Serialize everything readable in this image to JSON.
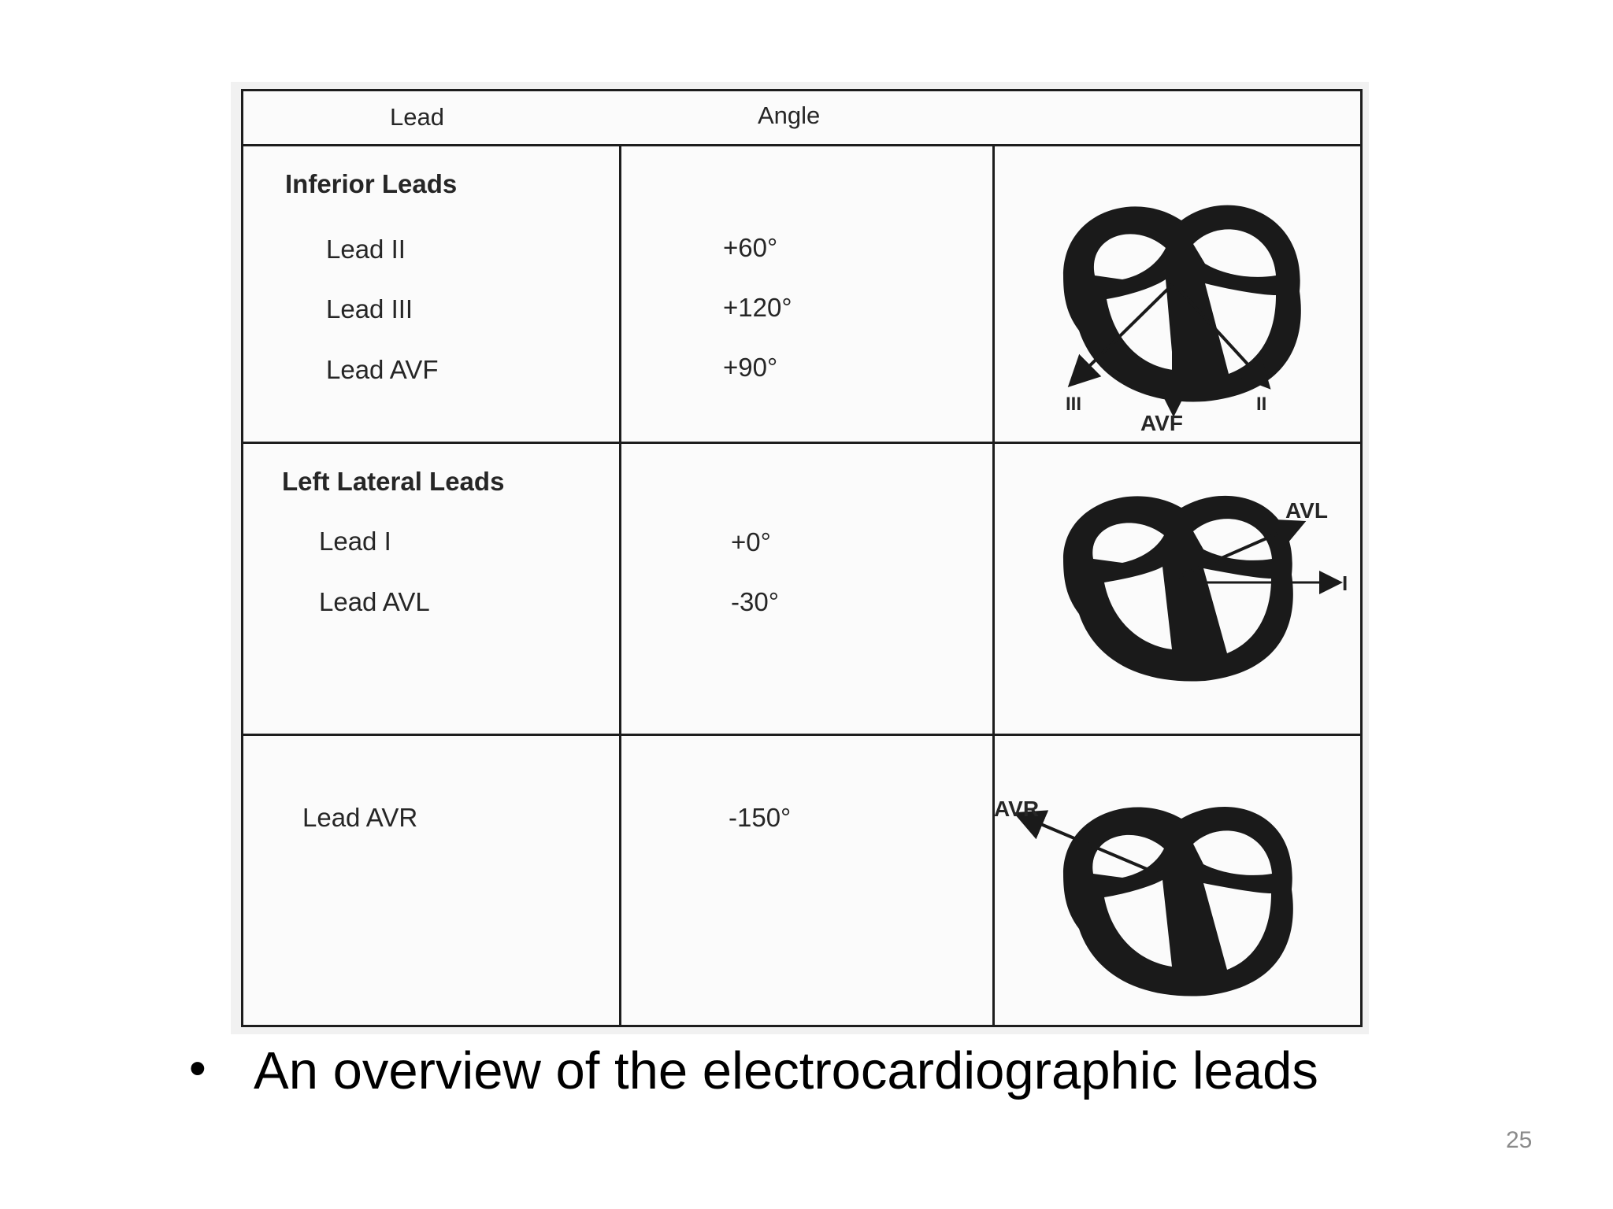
{
  "table": {
    "header": {
      "lead": "Lead",
      "angle": "Angle"
    },
    "groups": [
      {
        "title": "Inferior Leads",
        "rows": [
          {
            "lead": "Lead II",
            "angle": "+60°"
          },
          {
            "lead": "Lead III",
            "angle": "+120°"
          },
          {
            "lead": "Lead AVF",
            "angle": "+90°"
          }
        ],
        "diagram_labels": [
          "III",
          "AVF",
          "II"
        ]
      },
      {
        "title": "Left Lateral Leads",
        "rows": [
          {
            "lead": "Lead I",
            "angle": "+0°"
          },
          {
            "lead": "Lead AVL",
            "angle": "-30°"
          }
        ],
        "diagram_labels": [
          "AVL",
          "I"
        ]
      },
      {
        "title": "",
        "rows": [
          {
            "lead": "Lead AVR",
            "angle": "-150°"
          }
        ],
        "diagram_labels": [
          "AVR"
        ]
      }
    ]
  },
  "caption": {
    "bullet": "•",
    "text": "An overview of the electrocardiographic leads"
  },
  "page_number": "25"
}
